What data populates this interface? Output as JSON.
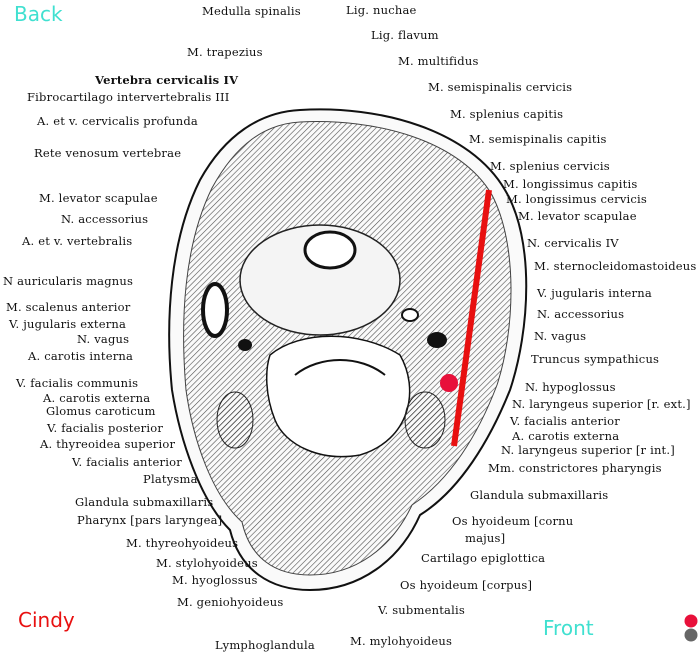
{
  "orientation": {
    "back": "Back",
    "front": "Front",
    "author": "Cindy"
  },
  "colors": {
    "back": "#40e0d0",
    "front": "#40e0d0",
    "author": "#e81010",
    "marker": "#e8103a",
    "line": "#e81010",
    "dot2": "#666666"
  },
  "labels": {
    "medulla_spinalis": "Medulla spinalis",
    "lig_nuchae": "Lig. nuchae",
    "lig_flavum": "Lig. flavum",
    "m_trapezius": "M. trapezius",
    "m_multifidus": "M. multifidus",
    "vertebra_c4": "Vertebra cervicalis IV",
    "fibrocartilago": "Fibrocartilago intervertebralis III",
    "m_semispinalis_cervicis": "M. semispinalis cervicis",
    "a_v_cervicalis_profunda": "A. et v. cervicalis profunda",
    "m_splenius_capitis": "M. splenius capitis",
    "m_semispinalis_capitis": "M. semispinalis capitis",
    "rete_venosum": "Rete venosum vertebrae",
    "m_splenius_cervicis": "M. splenius cervicis",
    "m_longissimus_capitis": "M. longissimus capitis",
    "m_longissimus_cervicis": "M. longissimus cervicis",
    "m_levator_scapulae_r": "M. levator scapulae",
    "m_levator_scapulae_l": "M. levator scapulae",
    "n_accessorius_l": "N. accessorius",
    "a_v_vertebralis": "A. et v. vertebralis",
    "n_cervicalis_iv": "N. cervicalis IV",
    "n_auricularis_magnus": "N  auricularis magnus",
    "m_sternocleidomastoideus": "M. sternocleidomastoideus",
    "m_scalenus_anterior": "M. scalenus anterior",
    "v_jugularis_externa": "V. jugularis externa",
    "v_jugularis_interna": "V. jugularis interna",
    "n_accessorius_r": "N. accessorius",
    "n_vagus_l": "N. vagus",
    "n_vagus_r": "N. vagus",
    "a_carotis_interna": "A. carotis interna",
    "truncus_sympathicus": "Truncus sympathicus",
    "v_facialis_communis": "V. facialis communis",
    "a_carotis_externa_l": "A. carotis externa",
    "n_hypoglossus": "N. hypoglossus",
    "glomus_caroticum": "Glomus caroticum",
    "n_laryngeus_ext": "N. laryngeus superior [r. ext.]",
    "v_facialis_posterior": "V. facialis posterior",
    "v_facialis_anterior_r": "V. facialis anterior",
    "a_thyreoidea_superior": "A. thyreoidea superior",
    "a_carotis_externa_r": "A. carotis externa",
    "v_facialis_anterior_l": "V. facialis anterior",
    "n_laryngeus_int": "N. laryngeus superior [r  int.]",
    "platysma": "Platysma",
    "mm_constrictores": "Mm. constrictores pharyngis",
    "glandula_submax_l": "Glandula submaxillaris",
    "glandula_submax_r": "Glandula submaxillaris",
    "pharynx": "Pharynx [pars laryngea]",
    "os_hyoideum_cornu_1": "Os hyoideum [cornu",
    "os_hyoideum_cornu_2": "majus]",
    "m_thyreohyoideus": "M. thyreohyoideus",
    "cartilago_epiglottica": "Cartilago epiglottica",
    "m_stylohyoideus": "M. stylohyoideus",
    "m_hyoglossus": "M. hyoglossus",
    "os_hyoideum_corpus": "Os hyoideum [corpus]",
    "m_geniohyoideus": "M. geniohyoideus",
    "v_submentalis": "V. submentalis",
    "lymphoglandula": "Lymphoglandula",
    "m_mylohyoideus": "M. mylohyoideus"
  }
}
